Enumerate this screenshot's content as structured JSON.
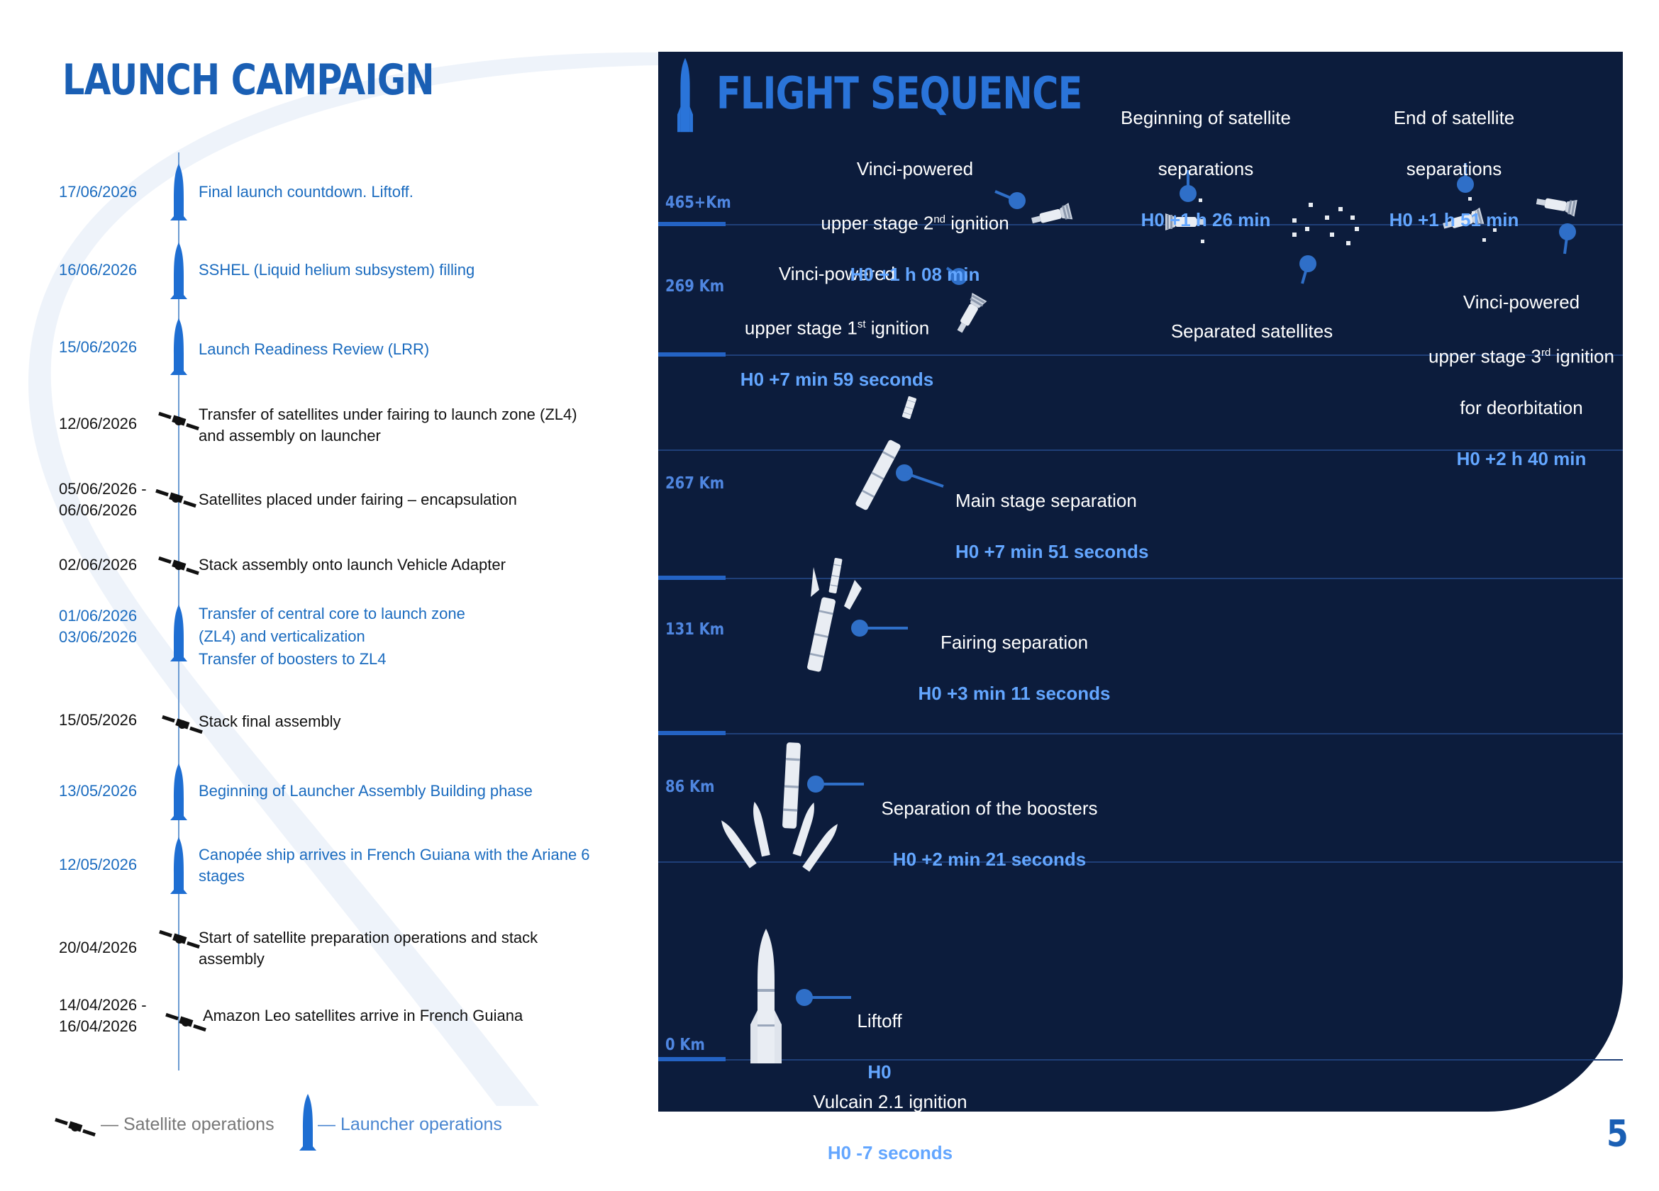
{
  "campaign": {
    "title": "LAUNCH CAMPAIGN",
    "events": [
      {
        "date": "17/06/2026",
        "label": "Final launch countdown. Liftoff.",
        "type": "launcher"
      },
      {
        "date": "16/06/2026",
        "label": "SSHEL (Liquid helium subsystem) filling",
        "type": "launcher"
      },
      {
        "date": "15/06/2026",
        "label": "Launch Readiness Review (LRR)",
        "type": "launcher"
      },
      {
        "date": "12/06/2026",
        "label": "Transfer of satellites under fairing to launch zone (ZL4)\nand assembly on launcher",
        "type": "satellite"
      },
      {
        "date": "05/06/2026 -\n06/06/2026",
        "label": "Satellites placed under fairing – encapsulation",
        "type": "satellite"
      },
      {
        "date": "02/06/2026",
        "label": "Stack assembly onto launch Vehicle Adapter",
        "type": "satellite"
      },
      {
        "date": "01/06/2026\n03/06/2026",
        "label": "Transfer of central core to launch zone\n(ZL4) and verticalization\nTransfer of boosters to ZL4",
        "type": "launcher"
      },
      {
        "date": "15/05/2026",
        "label": "Stack final assembly",
        "type": "satellite"
      },
      {
        "date": "13/05/2026",
        "label": "Beginning of Launcher Assembly Building phase",
        "type": "launcher"
      },
      {
        "date": "12/05/2026",
        "label": "Canopée ship arrives in French Guiana with the Ariane 6\nstages",
        "type": "launcher"
      },
      {
        "date": "20/04/2026",
        "label": "Start of satellite preparation operations and stack\nassembly",
        "type": "satellite"
      },
      {
        "date": "14/04/2026 -\n16/04/2026",
        "label": "Amazon Leo satellites arrive in French Guiana",
        "type": "satellite"
      }
    ],
    "legend": {
      "satellite": "— Satellite operations",
      "launcher": "— Launcher operations"
    }
  },
  "flight": {
    "title": "FLIGHT SEQUENCE",
    "altitudes": [
      "465+Km",
      "269 Km",
      "267 Km",
      "131 Km",
      "86 Km",
      "0 Km"
    ],
    "events": [
      {
        "id": "vulcain",
        "lines": [
          "Vulcain 2.1 ignition"
        ],
        "time": "H0 -7 seconds"
      },
      {
        "id": "liftoff",
        "lines": [
          "Liftoff"
        ],
        "time": "H0"
      },
      {
        "id": "boosters",
        "lines": [
          "Separation of the boosters"
        ],
        "time": "H0 +2 min 21 seconds"
      },
      {
        "id": "fairing",
        "lines": [
          "Fairing separation"
        ],
        "time": "H0 +3 min 11 seconds"
      },
      {
        "id": "main-stage",
        "lines": [
          "Main stage separation"
        ],
        "time": "H0 +7 min 51 seconds"
      },
      {
        "id": "vinci-1",
        "lines": [
          "Vinci-powered",
          "upper stage 1",
          "st",
          " ignition"
        ],
        "time": "H0 +7 min 59 seconds"
      },
      {
        "id": "vinci-2",
        "lines": [
          "Vinci-powered",
          "upper stage 2",
          "nd",
          " ignition"
        ],
        "time": "H0 +1 h 08 min"
      },
      {
        "id": "sep-begin",
        "lines": [
          "Beginning of satellite",
          "separations"
        ],
        "time": "H0 +1 h 26 min"
      },
      {
        "id": "sep-end",
        "lines": [
          "End of satellite",
          "separations"
        ],
        "time": "H0 +1 h 51 min"
      },
      {
        "id": "separated",
        "lines": [
          "Separated satellites"
        ],
        "time": ""
      },
      {
        "id": "vinci-3",
        "lines": [
          "Vinci-powered",
          "upper stage 3",
          "rd",
          " ignition",
          "for deorbitation"
        ],
        "time": "H0 +2 h 40 min"
      }
    ]
  },
  "page_number": "5",
  "colors": {
    "brand_blue": "#1a5fb4",
    "panel_navy": "#0c1c3c",
    "time_blue": "#63a6ff",
    "launcher_text": "#1a6bbf"
  }
}
